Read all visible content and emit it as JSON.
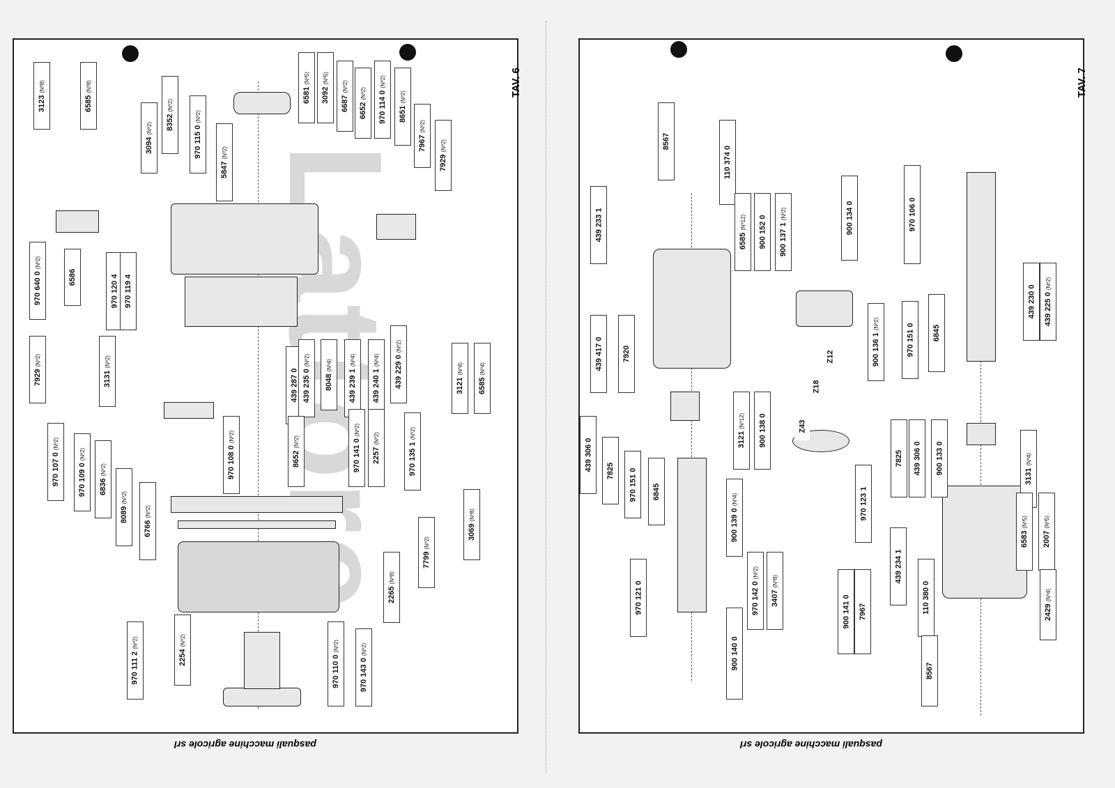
{
  "left_sheet": {
    "tav": "TAV. 6",
    "footer": "pasquali macchine agricole srl",
    "watermark": "Lattore",
    "labels": [
      {
        "code": "3123",
        "qty": "(Nº8)"
      },
      {
        "code": "6585",
        "qty": "(Nº8)"
      },
      {
        "code": "3094",
        "qty": "(Nº2)"
      },
      {
        "code": "8352",
        "qty": "(Nº2)"
      },
      {
        "code": "970 115 0",
        "qty": "(Nº2)"
      },
      {
        "code": "5847",
        "qty": "(Nº2)"
      },
      {
        "code": "6581",
        "qty": "(Nº5)"
      },
      {
        "code": "3092",
        "qty": "(Nº5)"
      },
      {
        "code": "6687",
        "qty": "(Nº2)"
      },
      {
        "code": "6652",
        "qty": "(Nº2)"
      },
      {
        "code": "970 114 0",
        "qty": "(Nº2)"
      },
      {
        "code": "8651",
        "qty": "(Nº2)"
      },
      {
        "code": "7967",
        "qty": "(Nº2)"
      },
      {
        "code": "7929",
        "qty": "(Nº2)"
      },
      {
        "code": "970 640 0",
        "qty": "(Nº2)"
      },
      {
        "code": "6586",
        "qty": ""
      },
      {
        "code": "970 120 4",
        "qty": ""
      },
      {
        "code": "970 119 4",
        "qty": ""
      },
      {
        "code": "7929",
        "qty": "(Nº2)"
      },
      {
        "code": "3131",
        "qty": "(Nº2)"
      },
      {
        "code": "439 287 0",
        "qty": ""
      },
      {
        "code": "439 235 0",
        "qty": "(Nº2)"
      },
      {
        "code": "8048",
        "qty": "(Nº4)"
      },
      {
        "code": "439 239 1",
        "qty": "(Nº4)"
      },
      {
        "code": "439 240 1",
        "qty": "(Nº4)"
      },
      {
        "code": "439 229 0",
        "qty": "(Nº2)"
      },
      {
        "code": "3121",
        "qty": "(Nº4)"
      },
      {
        "code": "6585",
        "qty": "(Nº4)"
      },
      {
        "code": "970 107 0",
        "qty": "(Nº2)"
      },
      {
        "code": "970 109 0",
        "qty": "(Nº2)"
      },
      {
        "code": "6836",
        "qty": "(Nº2)"
      },
      {
        "code": "8089",
        "qty": "(Nº2)"
      },
      {
        "code": "6766",
        "qty": "(Nº2)"
      },
      {
        "code": "970 108 0",
        "qty": "(Nº2)"
      },
      {
        "code": "8652",
        "qty": "(Nº2)"
      },
      {
        "code": "970 141 0",
        "qty": "(Nº2)"
      },
      {
        "code": "2257",
        "qty": "(Nº2)"
      },
      {
        "code": "970 135 1",
        "qty": "(Nº2)"
      },
      {
        "code": "3069",
        "qty": "(Nº8)"
      },
      {
        "code": "7799",
        "qty": "(Nº2)"
      },
      {
        "code": "2265",
        "qty": "(Nº8)"
      },
      {
        "code": "970 111 2",
        "qty": "(Nº2)"
      },
      {
        "code": "2254",
        "qty": "(Nº2)"
      },
      {
        "code": "970 110 0",
        "qty": "(Nº2)"
      },
      {
        "code": "970 143 0",
        "qty": "(Nº2)"
      }
    ]
  },
  "right_sheet": {
    "tav": "TAV. 7",
    "footer": "pasquali macchine agricole srl",
    "labels": [
      {
        "code": "8567",
        "qty": ""
      },
      {
        "code": "110 374 0",
        "qty": ""
      },
      {
        "code": "439 233 1",
        "qty": ""
      },
      {
        "code": "6585",
        "qty": "(Nº12)"
      },
      {
        "code": "900 152 0",
        "qty": ""
      },
      {
        "code": "900 137 1",
        "qty": "(Nº2)"
      },
      {
        "code": "900 134 0",
        "qty": ""
      },
      {
        "code": "970 106 0",
        "qty": ""
      },
      {
        "code": "439 417 0",
        "qty": ""
      },
      {
        "code": "7920",
        "qty": ""
      },
      {
        "code": "900 136 1",
        "qty": "(Nº2)"
      },
      {
        "code": "970 151 0",
        "qty": ""
      },
      {
        "code": "6845",
        "qty": ""
      },
      {
        "code": "439 230 0",
        "qty": ""
      },
      {
        "code": "439 225 0",
        "qty": "(Nº2)"
      },
      {
        "code": "3121",
        "qty": "(Nº12)"
      },
      {
        "code": "900 138 0",
        "qty": ""
      },
      {
        "code": "439 306 0",
        "qty": ""
      },
      {
        "code": "7825",
        "qty": ""
      },
      {
        "code": "970 151 0",
        "qty": ""
      },
      {
        "code": "6845",
        "qty": ""
      },
      {
        "code": "7825",
        "qty": ""
      },
      {
        "code": "439 306 0",
        "qty": ""
      },
      {
        "code": "900 133 0",
        "qty": ""
      },
      {
        "code": "3131",
        "qty": "(Nº4)"
      },
      {
        "code": "900 139 0",
        "qty": "(Nº4)"
      },
      {
        "code": "970 123 1",
        "qty": ""
      },
      {
        "code": "6583",
        "qty": "(Nº5)"
      },
      {
        "code": "2007",
        "qty": "(Nº5)"
      },
      {
        "code": "970 121 0",
        "qty": ""
      },
      {
        "code": "970 142 0",
        "qty": "(Nº2)"
      },
      {
        "code": "3407",
        "qty": "(Nº8)"
      },
      {
        "code": "900 141 0",
        "qty": ""
      },
      {
        "code": "7967",
        "qty": ""
      },
      {
        "code": "439 234 1",
        "qty": ""
      },
      {
        "code": "110 380 0",
        "qty": ""
      },
      {
        "code": "2429",
        "qty": "(Nº4)"
      },
      {
        "code": "900 140 0",
        "qty": ""
      },
      {
        "code": "8567",
        "qty": ""
      }
    ],
    "gear_marks": [
      "Z12",
      "Z18",
      "Z43"
    ]
  }
}
